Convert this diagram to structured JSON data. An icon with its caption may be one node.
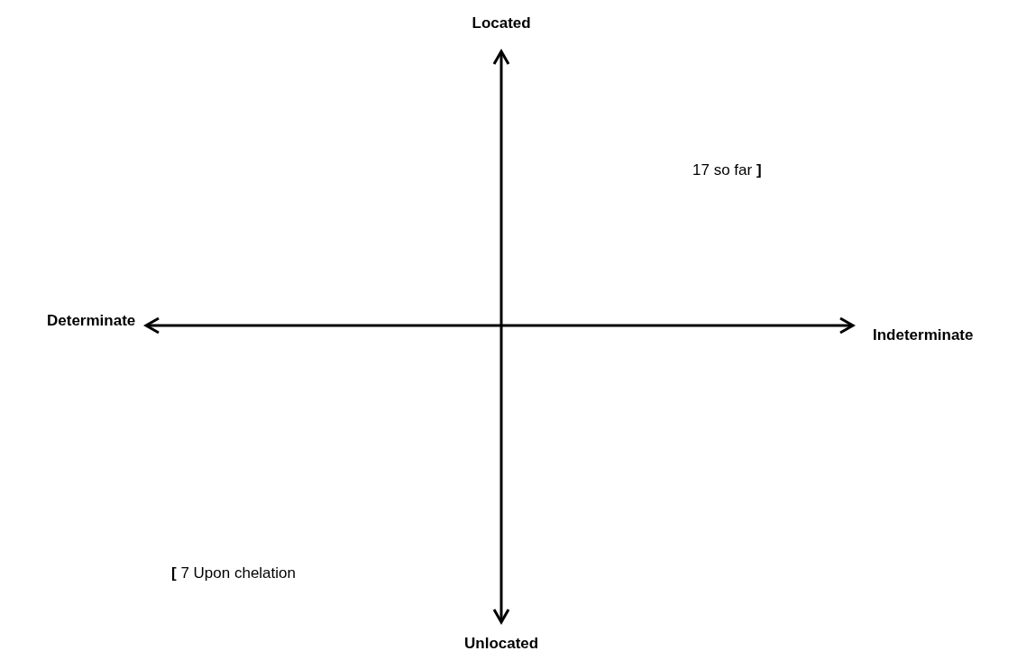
{
  "diagram": {
    "labels": [
      "Located",
      "17 so far **]**",
      "Determinate",
      "Indeterminate",
      "**[** 7 Upon chelation",
      "Unlocated"
    ]
  }
}
